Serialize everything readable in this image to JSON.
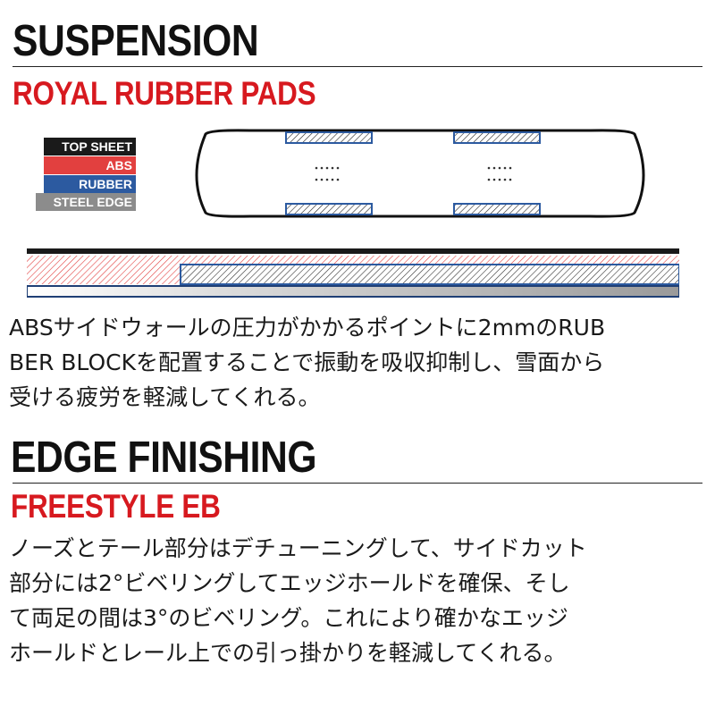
{
  "sections": [
    {
      "title": "SUSPENSION",
      "subtitle": "ROYAL RUBBER PADS",
      "subtitle_color": "#d7191f",
      "legend": [
        {
          "label": "TOP SHEET",
          "color": "#1a1a1a"
        },
        {
          "label": "ABS",
          "color": "#e2403f"
        },
        {
          "label": "RUBBER",
          "color": "#2c5aa0"
        },
        {
          "label": "STEEL EDGE",
          "color": "#8c8c8c"
        }
      ],
      "body_lines": [
        "ABSサイドウォールの圧力がかかるポイントに2mmのRUB",
        "BER BLOCKを配置することで振動を吸収抑制し、雪面から",
        "受ける疲労を軽減してくれる。"
      ]
    },
    {
      "title": "EDGE FINISHING",
      "subtitle": "FREESTYLE EB",
      "subtitle_color": "#d7191f",
      "body_lines": [
        "ノーズとテール部分はデチューニングして、サイドカット",
        "部分には2°ビベリングしてエッジホールドを確保、そし",
        "て両足の間は3°のビベリング。これにより確かなエッジ",
        "ホールドとレール上での引っ掛かりを軽減してくれる。"
      ]
    }
  ],
  "colors": {
    "heading": "#111111",
    "accent_red": "#d7191f",
    "abs_red": "#e2403f",
    "rubber_blue": "#2c5aa0",
    "steel_gray": "#8c8c8c"
  }
}
